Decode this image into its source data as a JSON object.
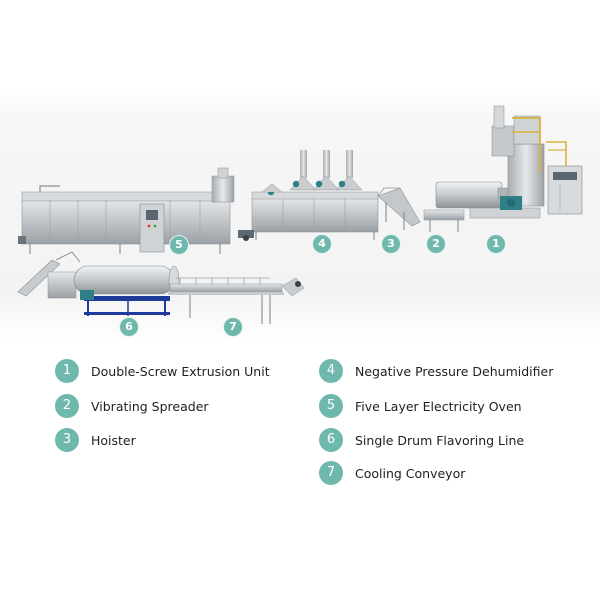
{
  "callouts": [
    {
      "number": "1"
    },
    {
      "number": "2"
    },
    {
      "number": "3"
    },
    {
      "number": "4"
    },
    {
      "number": "5"
    },
    {
      "number": "6"
    },
    {
      "number": "7"
    }
  ],
  "legend": [
    {
      "number": "1",
      "label": "Double-Screw Extrusion Unit"
    },
    {
      "number": "2",
      "label": "Vibrating Spreader"
    },
    {
      "number": "3",
      "label": "Hoister"
    },
    {
      "number": "4",
      "label": "Negative Pressure Dehumidifier"
    },
    {
      "number": "5",
      "label": "Five Layer Electricity Oven"
    },
    {
      "number": "6",
      "label": "Single Drum Flavoring Line"
    },
    {
      "number": "7",
      "label": "Cooling Conveyor"
    }
  ],
  "colors": {
    "badge": "#6fb8ad",
    "machine_metal": "#b9bec2",
    "machine_frame_blue": "#1f3a9a",
    "motor_teal": "#2f7f86",
    "platform_yellow": "#d9b33a"
  }
}
